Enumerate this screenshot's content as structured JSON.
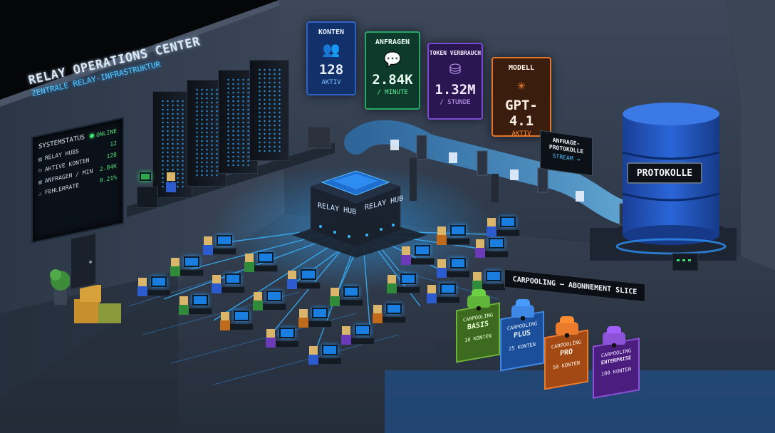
{
  "wall": {
    "title": "RELAY OPERATIONS CENTER",
    "subtitle": "ZENTRALE RELAY-INFRASTRUKTUR"
  },
  "status": {
    "title": "SYSTEMSTATUS",
    "state": "ONLINE",
    "rows": [
      {
        "label": "RELAY HUBS",
        "value": "12",
        "icon": "server-icon"
      },
      {
        "label": "AKTIVE KONTEN",
        "value": "128",
        "icon": "user-icon"
      },
      {
        "label": "ANFRAGEN / MIN",
        "value": "2.84K",
        "icon": "chart-icon"
      },
      {
        "label": "FEHLERRATE",
        "value": "0.21%",
        "icon": "warning-icon"
      }
    ]
  },
  "stats": {
    "konten": {
      "label": "KONTEN",
      "value": "128",
      "sub": "AKTIV",
      "icon": "users-icon",
      "color": "#2f63c8"
    },
    "anfragen": {
      "label": "ANFRAGEN",
      "value": "2.84K",
      "sub": "/ MINUTE",
      "icon": "chat-icon",
      "color": "#2aa86a"
    },
    "token": {
      "label": "TOKEN VERBRAUCH",
      "value": "1.32M",
      "sub": "/ STUNDE",
      "icon": "database-icon",
      "color": "#7b4ad2"
    },
    "modell": {
      "label": "MODELL",
      "value": "GPT-4.1",
      "sub": "AKTIV",
      "icon": "network-icon",
      "color": "#e1762b"
    }
  },
  "hub": {
    "label": "RELAY HUB"
  },
  "database": {
    "label": "PROTOKOLLE"
  },
  "stream": {
    "line1": "ANFRAGE-",
    "line2": "PROTOKOLLE",
    "line3": "STREAM →"
  },
  "subscription": {
    "banner": "CARPOOLING – ABONNEMENT SLICE",
    "plans": [
      {
        "name": "CARPOOLING",
        "tier": "BASIS",
        "count": "10 KONTEN",
        "color": "#6fb23b"
      },
      {
        "name": "CARPOOLING",
        "tier": "PLUS",
        "count": "25 KONTEN",
        "color": "#3f88e6"
      },
      {
        "name": "CARPOOLING",
        "tier": "PRO",
        "count": "50 KONTEN",
        "color": "#ea7a2c"
      },
      {
        "name": "CARPOOLING",
        "tier": "ENTERPRISE",
        "count": "100 KONTEN",
        "color": "#8c52d8"
      }
    ]
  }
}
